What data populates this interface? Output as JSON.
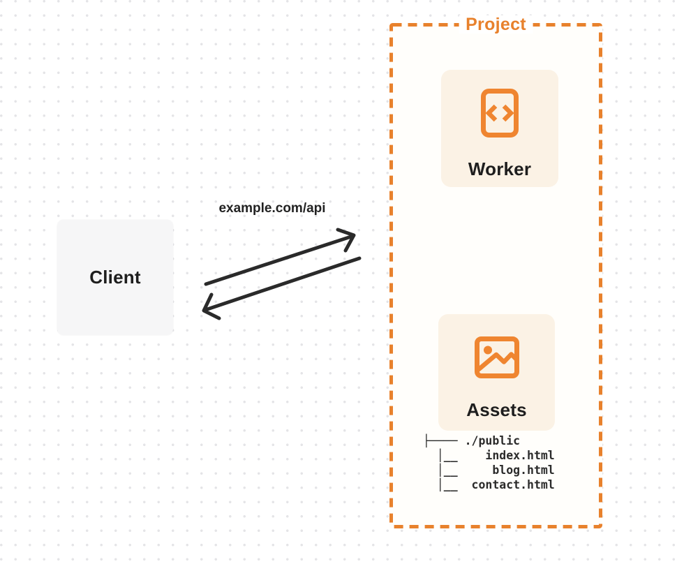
{
  "client": {
    "label": "Client"
  },
  "request": {
    "label": "example.com/api"
  },
  "project": {
    "label": "Project",
    "nodes": [
      {
        "label": "Worker",
        "icon": "code-file-icon"
      },
      {
        "label": "Assets",
        "icon": "image-icon"
      }
    ],
    "file_tree": {
      "root": "./public",
      "files": [
        "index.html",
        "blog.html",
        "contact.html"
      ],
      "ascii": "├──── ./public\n  │__    index.html\n  │__     blog.html\n  │__  contact.html"
    }
  },
  "colors": {
    "accent_orange": "#e8812c",
    "icon_orange": "#ef8530",
    "card_cream": "#fbf2e5",
    "client_gray": "#f6f6f7",
    "arrow_dark": "#2a2a2a",
    "text_dark": "#1e1e1e"
  }
}
